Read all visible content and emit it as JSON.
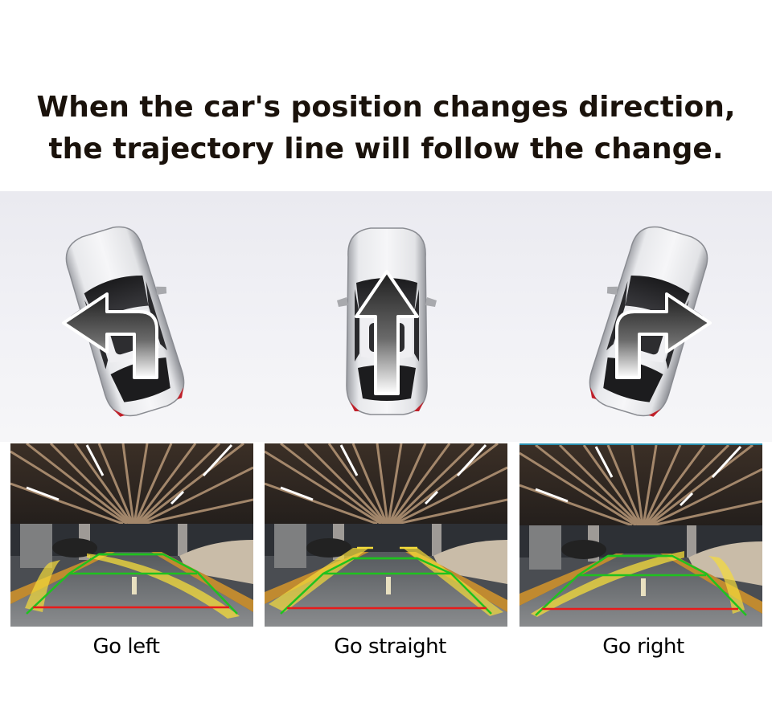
{
  "headline": {
    "line1": "When the car's position changes direction,",
    "line2": "the trajectory line will follow the change."
  },
  "cars": [
    {
      "id": "left",
      "arrow": "turn-left-arrow",
      "rotation_deg": -17
    },
    {
      "id": "straight",
      "arrow": "straight-arrow",
      "rotation_deg": 0
    },
    {
      "id": "right",
      "arrow": "turn-right-arrow",
      "rotation_deg": 17
    }
  ],
  "panels": [
    {
      "id": "left",
      "caption": "Go left",
      "trajectory": "curves-left"
    },
    {
      "id": "straight",
      "caption": "Go straight",
      "trajectory": "straight"
    },
    {
      "id": "right",
      "caption": "Go right",
      "trajectory": "curves-right"
    }
  ],
  "colors": {
    "text": "#1a120b",
    "band": "#eaeaf0",
    "guide_green": "#1fc21f",
    "guide_red": "#e81b1b",
    "trajectory_yellow": "#f5dc3a"
  }
}
